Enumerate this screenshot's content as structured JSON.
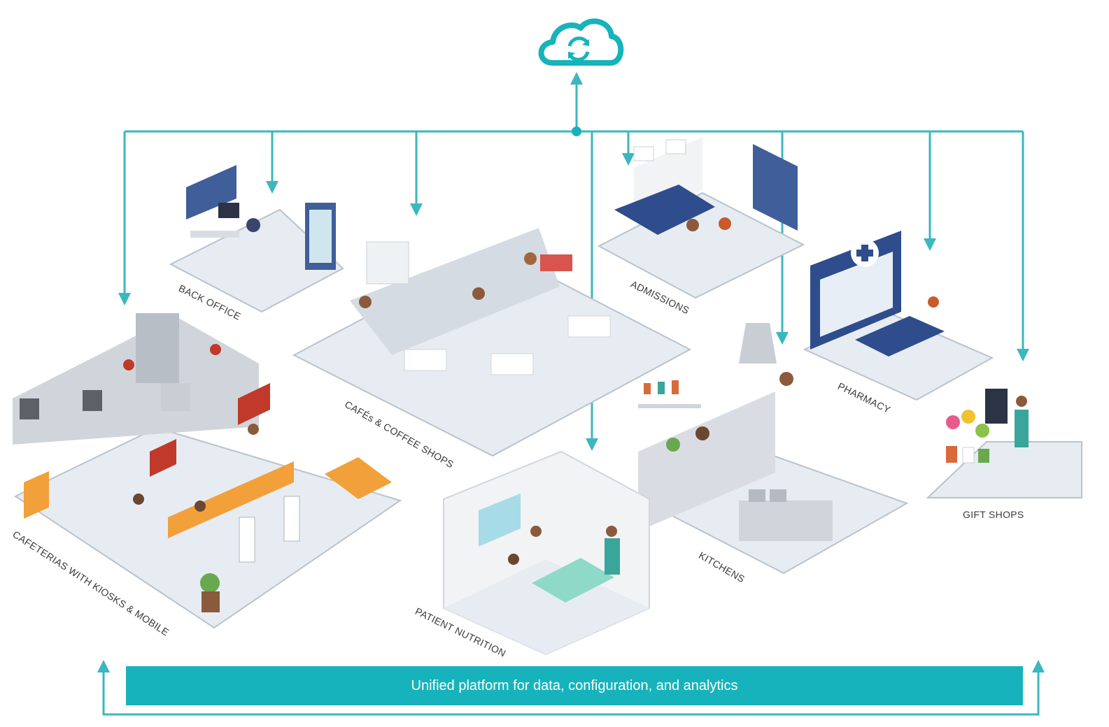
{
  "colors": {
    "accent": "#17b3bc",
    "connector": "#3cb7be",
    "floor": "#e6ecf2",
    "floor_edge": "#b9c3cc",
    "wall": "#f2f3f5"
  },
  "cloud": {
    "icon": "cloud-sync-icon"
  },
  "areas": [
    {
      "label": "BACK OFFICE"
    },
    {
      "label": "CAFÉs & COFFEE SHOPS"
    },
    {
      "label": "ADMISSIONS"
    },
    {
      "label": "PHARMACY"
    },
    {
      "label": "GIFT SHOPS"
    },
    {
      "label": "KITCHENS"
    },
    {
      "label": "PATIENT NUTRITION"
    },
    {
      "label": "CAFETERIAS WITH KIOSKS & MOBILE"
    }
  ],
  "banner": {
    "text": "Unified platform for data, configuration, and analytics"
  }
}
